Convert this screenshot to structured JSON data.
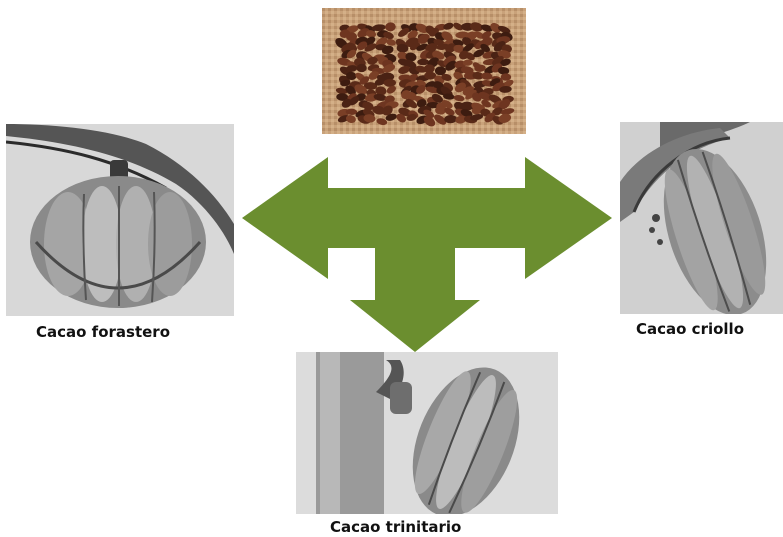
{
  "diagram": {
    "arrow_color": "#6b8e2f",
    "beans_photo": {
      "caption": ""
    },
    "varieties": [
      {
        "id": "forastero",
        "label": "Cacao forastero"
      },
      {
        "id": "criollo",
        "label": "Cacao criollo"
      },
      {
        "id": "trinitario",
        "label": "Cacao trinitario"
      }
    ]
  }
}
